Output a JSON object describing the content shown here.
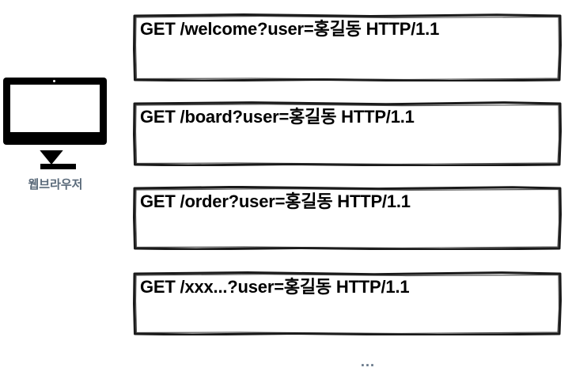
{
  "diagram": {
    "title": "HTTP GET request sequence from web browser",
    "background_color": "#ffffff",
    "actor": {
      "icon_name": "monitor-icon",
      "label": "웹브라우저",
      "label_color": "#5a6a7a"
    },
    "requests": [
      {
        "id": "request-welcome",
        "text": "GET /welcome?user=홍길동 HTTP/1.1",
        "method": "GET",
        "path": "/welcome",
        "query": "user=홍길동",
        "protocol": "HTTP/1.1"
      },
      {
        "id": "request-board",
        "text": "GET /board?user=홍길동 HTTP/1.1",
        "method": "GET",
        "path": "/board",
        "query": "user=홍길동",
        "protocol": "HTTP/1.1"
      },
      {
        "id": "request-order",
        "text": "GET /order?user=홍길동 HTTP/1.1",
        "method": "GET",
        "path": "/order",
        "query": "user=홍길동",
        "protocol": "HTTP/1.1"
      },
      {
        "id": "request-xxx",
        "text": "GET /xxx...?user=홍길동 HTTP/1.1",
        "method": "GET",
        "path": "/xxx...",
        "query": "user=홍길동",
        "protocol": "HTTP/1.1"
      }
    ],
    "continuation": "…",
    "box_style": {
      "border_color": "#1a1a1a",
      "fill_color": "#ffffff",
      "text_color": "#000000",
      "style": "hand-drawn"
    }
  }
}
